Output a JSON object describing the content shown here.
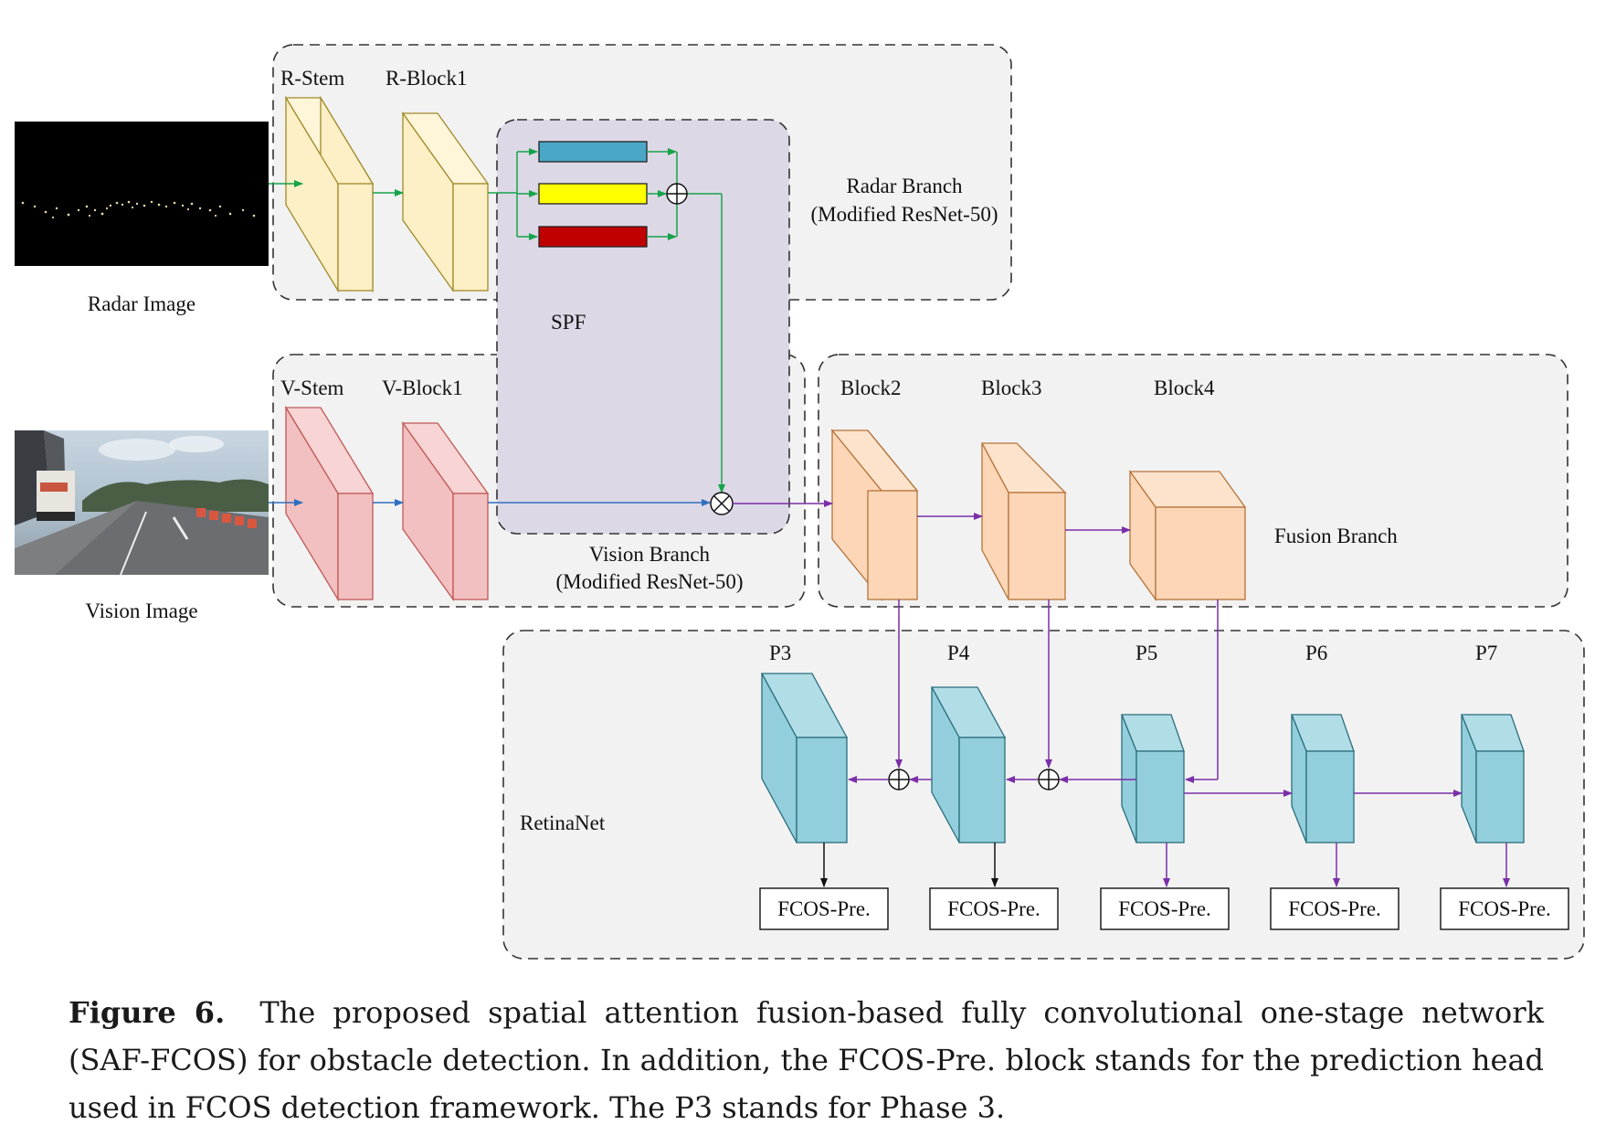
{
  "labels": {
    "radar_image": "Radar Image",
    "vision_image": "Vision Image",
    "r_stem": "R-Stem",
    "r_block1": "R-Block1",
    "radar_branch_line1": "Radar Branch",
    "radar_branch_line2": "(Modified ResNet-50)",
    "spf": "SPF",
    "v_stem": "V-Stem",
    "v_block1": "V-Block1",
    "vision_branch_line1": "Vision Branch",
    "vision_branch_line2": "(Modified ResNet-50)",
    "block2": "Block2",
    "block3": "Block3",
    "block4": "Block4",
    "fusion_branch": "Fusion Branch",
    "retinanet": "RetinaNet",
    "p3": "P3",
    "p4": "P4",
    "p5": "P5",
    "p6": "P6",
    "p7": "P7",
    "fcos_pre": "FCOS-Pre."
  },
  "caption": {
    "figure_label": "Figure 6.",
    "text": "The proposed spatial attention fusion-based fully convolutional one-stage network (SAF-FCOS) for obstacle detection. In addition, the FCOS-Pre. block stands for the prediction head used in FCOS detection framework. The P3 stands for Phase 3."
  },
  "colors": {
    "radar_block": "#fdefc6",
    "vision_block": "#f2c0c0",
    "fusion_block": "#fcd6b6",
    "retina_block": "#92cedb",
    "spf_panel": "#ddd8e6",
    "attn_blue": "#4aa8c6",
    "attn_yellow": "#ffff00",
    "attn_red": "#c00000",
    "radar_arrow": "#16a34a",
    "vision_arrow": "#2f6fc0",
    "fusion_arrow": "#7a2fa8"
  }
}
